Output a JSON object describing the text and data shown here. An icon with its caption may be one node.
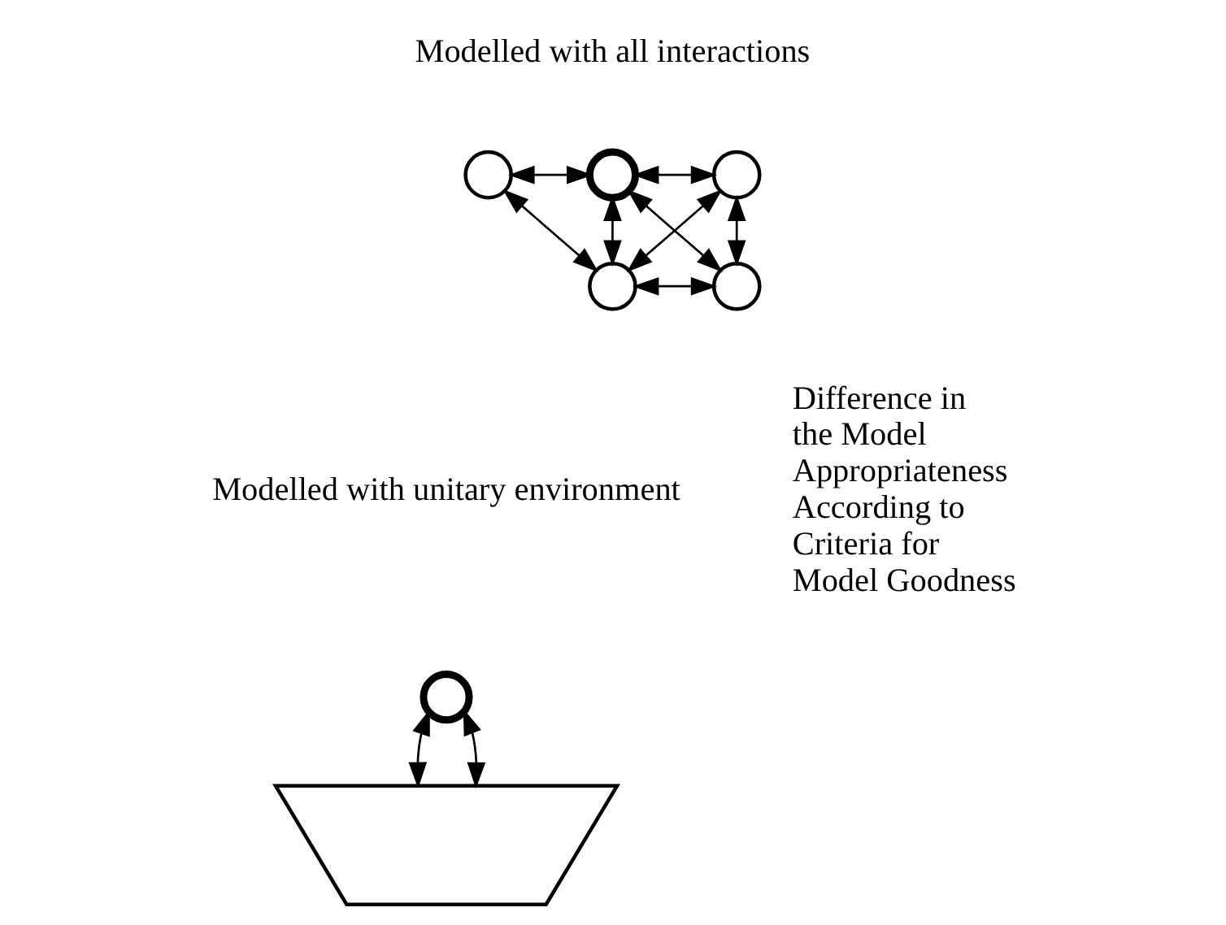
{
  "diagram": {
    "nodes": [
      {
        "text": [],
        "shape": "circle"
      },
      {
        "text": [],
        "shape": "circle"
      },
      {
        "text": [],
        "shape": "circle"
      },
      {
        "text": [],
        "shape": "circle"
      },
      {
        "text": [],
        "shape": "circle"
      },
      {
        "text": [],
        "shape": "circle"
      },
      {
        "text": [],
        "shape": "arc"
      }
    ],
    "edges": [
      {
        "from": 0,
        "to": 1,
        "arrow": "both"
      },
      {
        "from": 1,
        "to": 2,
        "arrow": "both"
      },
      {
        "from": 0,
        "to": 3,
        "arrow": "both"
      },
      {
        "from": 1,
        "to": 3,
        "arrow": "both"
      },
      {
        "from": 1,
        "to": 4,
        "arrow": "both"
      },
      {
        "from": 2,
        "to": 3,
        "arrow": "both"
      },
      {
        "from": 2,
        "to": 4,
        "arrow": "both"
      },
      {
        "from": 3,
        "to": 4,
        "arrow": "both"
      },
      {
        "from": 5,
        "to": 6,
        "arrow": "both"
      },
      {
        "from": 5,
        "to": 6,
        "arrow": "both"
      }
    ],
    "labels": [
      "Modelled with all interactions",
      "Modelled with unitary environment",
      "Difference in the Model Appropriateness According to Criteria for Model Goodness"
    ]
  }
}
